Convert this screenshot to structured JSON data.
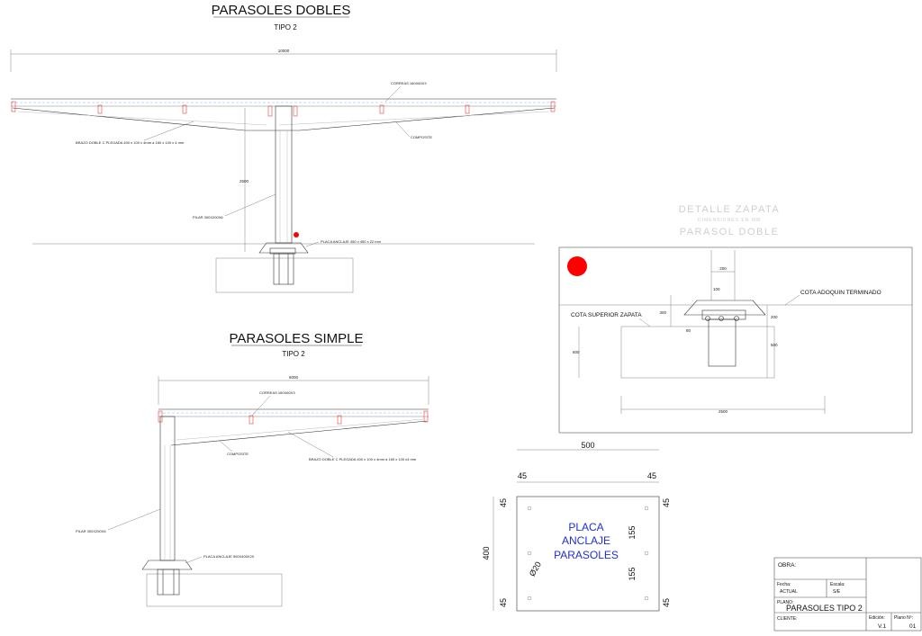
{
  "double": {
    "title": "PARASOLES DOBLES",
    "subtitle": "TIPO 2",
    "span_dim": "10000",
    "correas_label": "CORREAS 160X60X3",
    "brazo_label": "BRAZO DOBLE C PLEGADA 400 x 100 x 4mm a 160 x 100 x 4 mm",
    "composite_label": "COMPOSITE",
    "height_dim": "2500",
    "pilar_label": "PILAR 300X200X6",
    "placa_label": "PLACA ANCLAJE 450 x 450 x 22 mm"
  },
  "simple": {
    "title": "PARASOLES SIMPLE",
    "subtitle": "TIPO 2",
    "span_dim": "6000",
    "correas_label": "CORREAS 160X60X3",
    "composite_label": "COMPOSITE",
    "brazo_label": "BRAZO DOBLE C PLEGADA 400 x 100 x 4mm a 160 x 100 x4 mm",
    "pilar_label": "PILAR 300X250X6",
    "placa_label": "PLACA ANCLAJE 500X400X20"
  },
  "detail": {
    "title1": "DETALLE ZAPATA",
    "title2": "DIMENSIONES EN MM",
    "title3": "PARASOL DOBLE",
    "dim_200_top": "200",
    "dim_100": "100",
    "dim_300": "300",
    "dim_80": "80",
    "dim_200_right": "200",
    "dim_500": "500",
    "dim_600": "600",
    "dim_2500": "2500",
    "cota_adoquin": "COTA ADOQUIN TERMINADO",
    "cota_zapata": "COTA SUPERIOR ZAPATA",
    "marker_color": "#ff0000"
  },
  "plate": {
    "width_dim": "500",
    "left_45": "45",
    "right_45": "45",
    "height_dim": "400",
    "tl_45": "45",
    "tr_45": "45",
    "bl_45": "45",
    "br_45": "45",
    "mid_155_top": "155",
    "mid_155_bottom": "155",
    "hole_dim": "Ø20",
    "label_line1": "PLACA",
    "label_line2": "ANCLAJE",
    "label_line3": "PARASOLES",
    "label_color": "#1f2fd6"
  },
  "titleblock": {
    "obra_label": "OBRA:",
    "fecha_label": "Fecha:",
    "fecha_value": "ACTUAL",
    "escala_label": "Escala:",
    "escala_value": "S/E",
    "plano_label": "PLANO:",
    "plano_value": "PARASOLES TIPO 2",
    "cliente_label": "CLIENTE:",
    "edicion_label": "Edición:",
    "edicion_value": "V.1",
    "planono_label": "Plano Nº:",
    "planono_value": "01"
  },
  "colors": {
    "marker_red": "#ff0000",
    "purlin_blue": "#7fb3ff",
    "purlin_red": "#e04040"
  }
}
